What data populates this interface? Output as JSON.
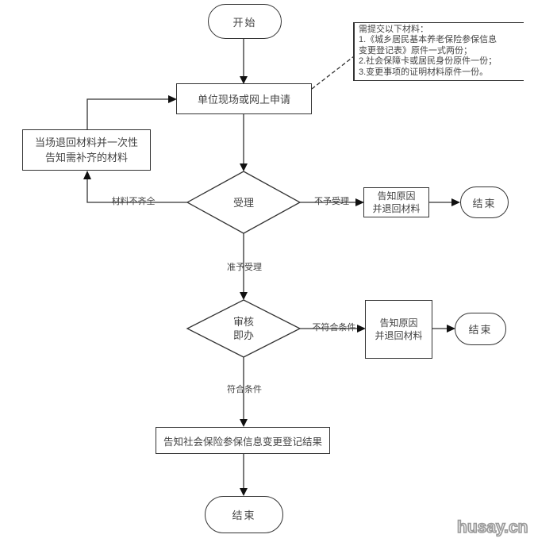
{
  "colors": {
    "background": "#ffffff",
    "line": "#333333",
    "text": "#444444",
    "watermark_outline": "#9a9a9a"
  },
  "nodes": {
    "start": {
      "label": "开始"
    },
    "apply": {
      "label": "单位现场或网上申请"
    },
    "return_materials": {
      "label": "当场退回材料并一次性\n告知需补齐的材料"
    },
    "accept_decision": {
      "label": "受理"
    },
    "notify_reason_1": {
      "label": "告知原因\n并退回材料"
    },
    "end_1": {
      "label": "结束"
    },
    "review_decision": {
      "label": "审核\n即办"
    },
    "notify_reason_2": {
      "label": "告知原因\n并退回材料"
    },
    "end_2": {
      "label": "结束"
    },
    "notify_result": {
      "label": "告知社会保险参保信息变更登记结果"
    },
    "end_final": {
      "label": "结束"
    }
  },
  "edge_labels": {
    "materials_incomplete": "材料不齐全",
    "rejected": "不予受理",
    "approved": "准予受理",
    "not_qualified": "不符合条件",
    "qualified": "符合条件"
  },
  "note": {
    "lines": [
      "需提交以下材料：",
      "1.《城乡居民基本养老保险参保信息",
      "变更登记表》原件一式两份；",
      "2.社会保障卡或居民身份原件一份；",
      "3.变更事项的证明材料原件一份。"
    ]
  },
  "watermark": {
    "text": "husay.cn"
  }
}
